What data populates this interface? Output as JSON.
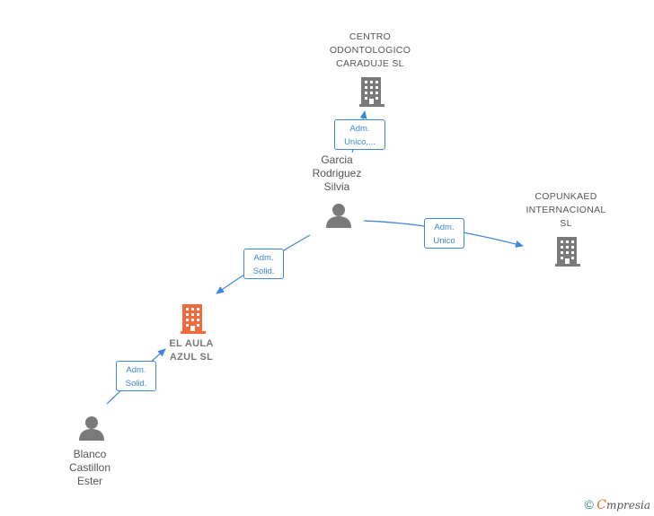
{
  "nodes": {
    "centro": {
      "label": "CENTRO\nODONTOLOGICO\nCARADUJE  SL",
      "kind": "company",
      "color": "#7a7a7a"
    },
    "copunkaed": {
      "label": "COPUNKAED\nINTERNACIONAL\nSL",
      "kind": "company",
      "color": "#7a7a7a"
    },
    "el_aula": {
      "label": "EL AULA\nAZUL  SL",
      "kind": "company",
      "color": "#f26a3a"
    },
    "garcia": {
      "label": "Garcia\nRodriguez\nSilvia",
      "kind": "person",
      "color": "#7a7a7a"
    },
    "blanco": {
      "label": "Blanco\nCastillon\nEster",
      "kind": "person",
      "color": "#7a7a7a"
    }
  },
  "edges": [
    {
      "id": "garcia-centro",
      "label": "Adm.\nUnico,..."
    },
    {
      "id": "garcia-copunkaed",
      "label": "Adm.\nUnico"
    },
    {
      "id": "garcia-aula",
      "label": "Adm.\nSolid."
    },
    {
      "id": "blanco-aula",
      "label": "Adm.\nSolid."
    }
  ],
  "colors": {
    "edge": "#3d87d6",
    "company": "#7a7a7a",
    "focus": "#f26a3a",
    "person": "#7a7a7a"
  },
  "footer": {
    "copyright": "©",
    "brand_initial": "C",
    "brand_rest": "mpresia"
  }
}
